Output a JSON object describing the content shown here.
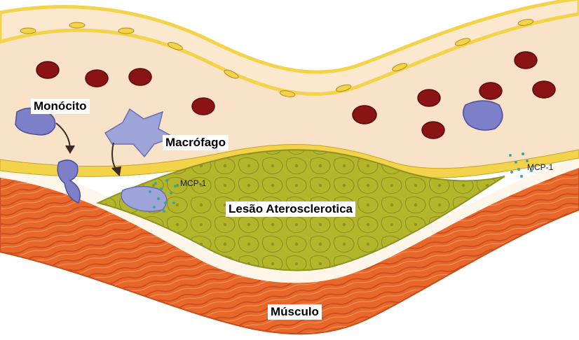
{
  "labels": {
    "monocito": "Monócito",
    "macrofago": "Macrófago",
    "lesao": "Lesão Aterosclerotica",
    "musculo": "Músculo",
    "mcp1_left": "MCP-1",
    "mcp1_right": "MCP-1"
  },
  "colors": {
    "muscle": "#e8672a",
    "muscle_dark": "#c94a1a",
    "lumen": "#f9e3c8",
    "endothelium": "#f2d34a",
    "lesion": "#b3b52a",
    "lesion_dark": "#8f9220",
    "red_cell": "#8a1414",
    "monocyte": "#7d7fc9",
    "mcp1_dots": "#3aa79a"
  }
}
